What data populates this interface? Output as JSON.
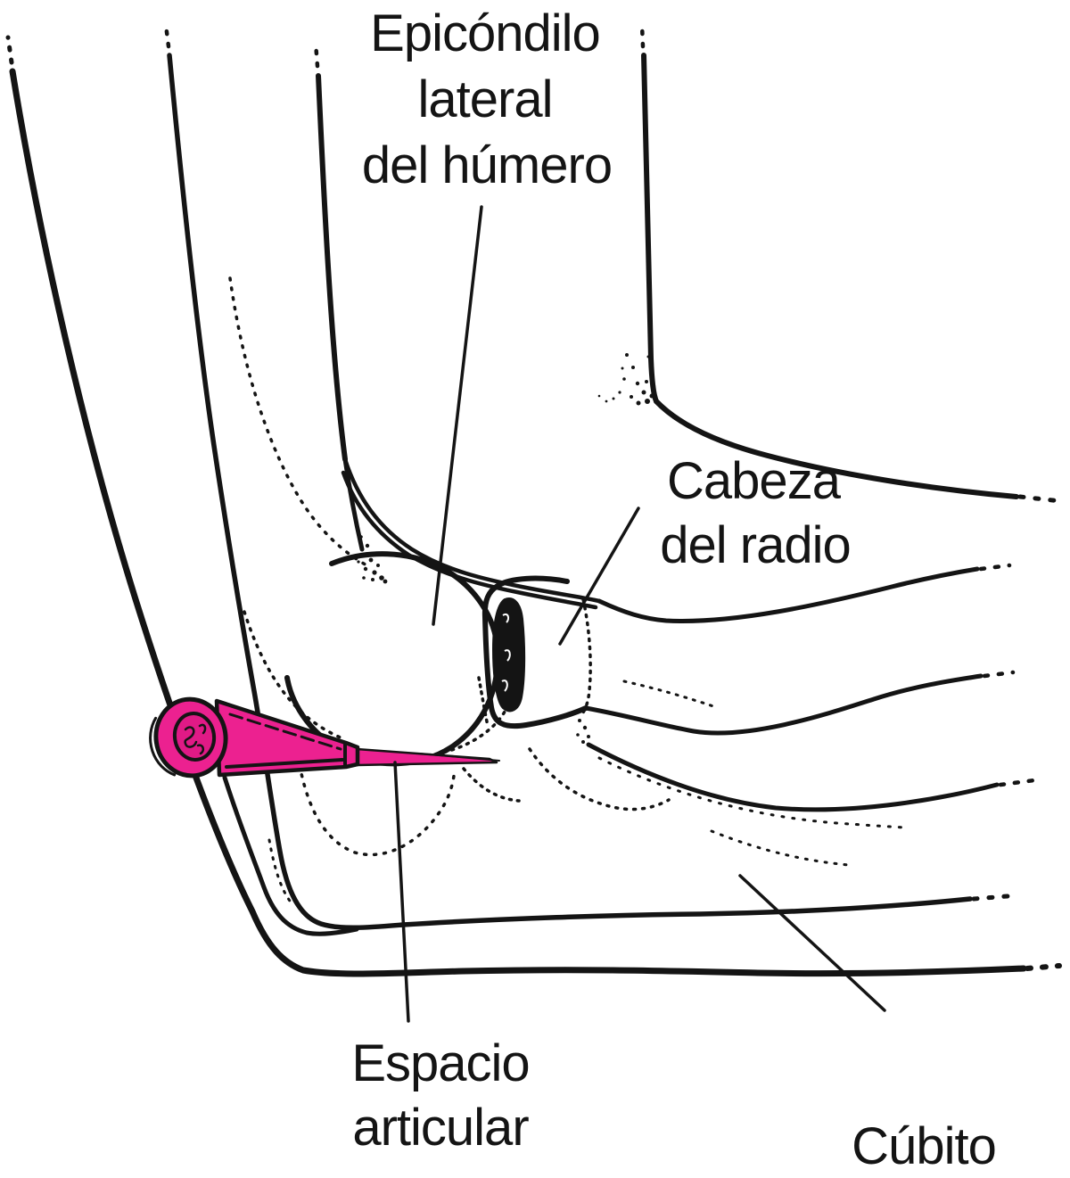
{
  "labels": {
    "lateral_epicondyle": {
      "lines": [
        "Epicóndilo",
        "lateral",
        "del húmero"
      ]
    },
    "radial_head": {
      "lines": [
        "Cabeza",
        "del radio"
      ]
    },
    "joint_space": {
      "lines": [
        "Espacio",
        "articular"
      ]
    },
    "ulna": {
      "lines": [
        "Cúbito"
      ]
    }
  },
  "colors": {
    "ink": "#141414",
    "needle_pink": "#EC2190",
    "needle_pink_dark": "#E01A86",
    "background": "#FFFFFF"
  }
}
